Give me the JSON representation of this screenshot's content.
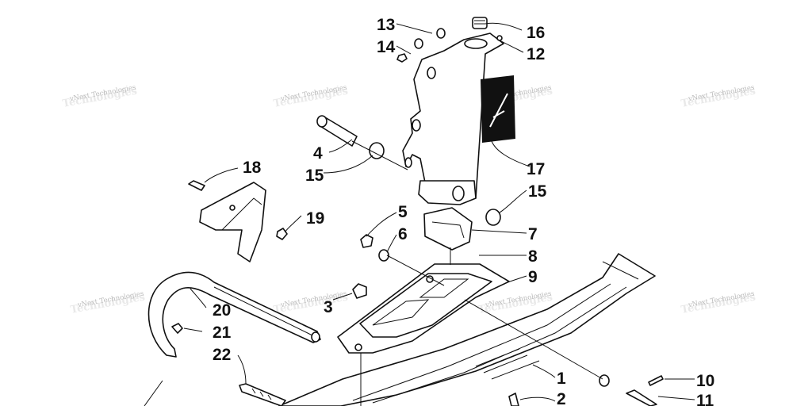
{
  "watermark_text": "vNext Technologies",
  "callouts": [
    "1",
    "2",
    "3",
    "4",
    "5",
    "6",
    "7",
    "8",
    "9",
    "10",
    "11",
    "12",
    "13",
    "14",
    "15",
    "15",
    "16",
    "17",
    "18",
    "19",
    "20",
    "21",
    "22"
  ],
  "colors": {
    "ink": "#111111",
    "background": "#ffffff",
    "watermark": "#b9b9b9"
  }
}
